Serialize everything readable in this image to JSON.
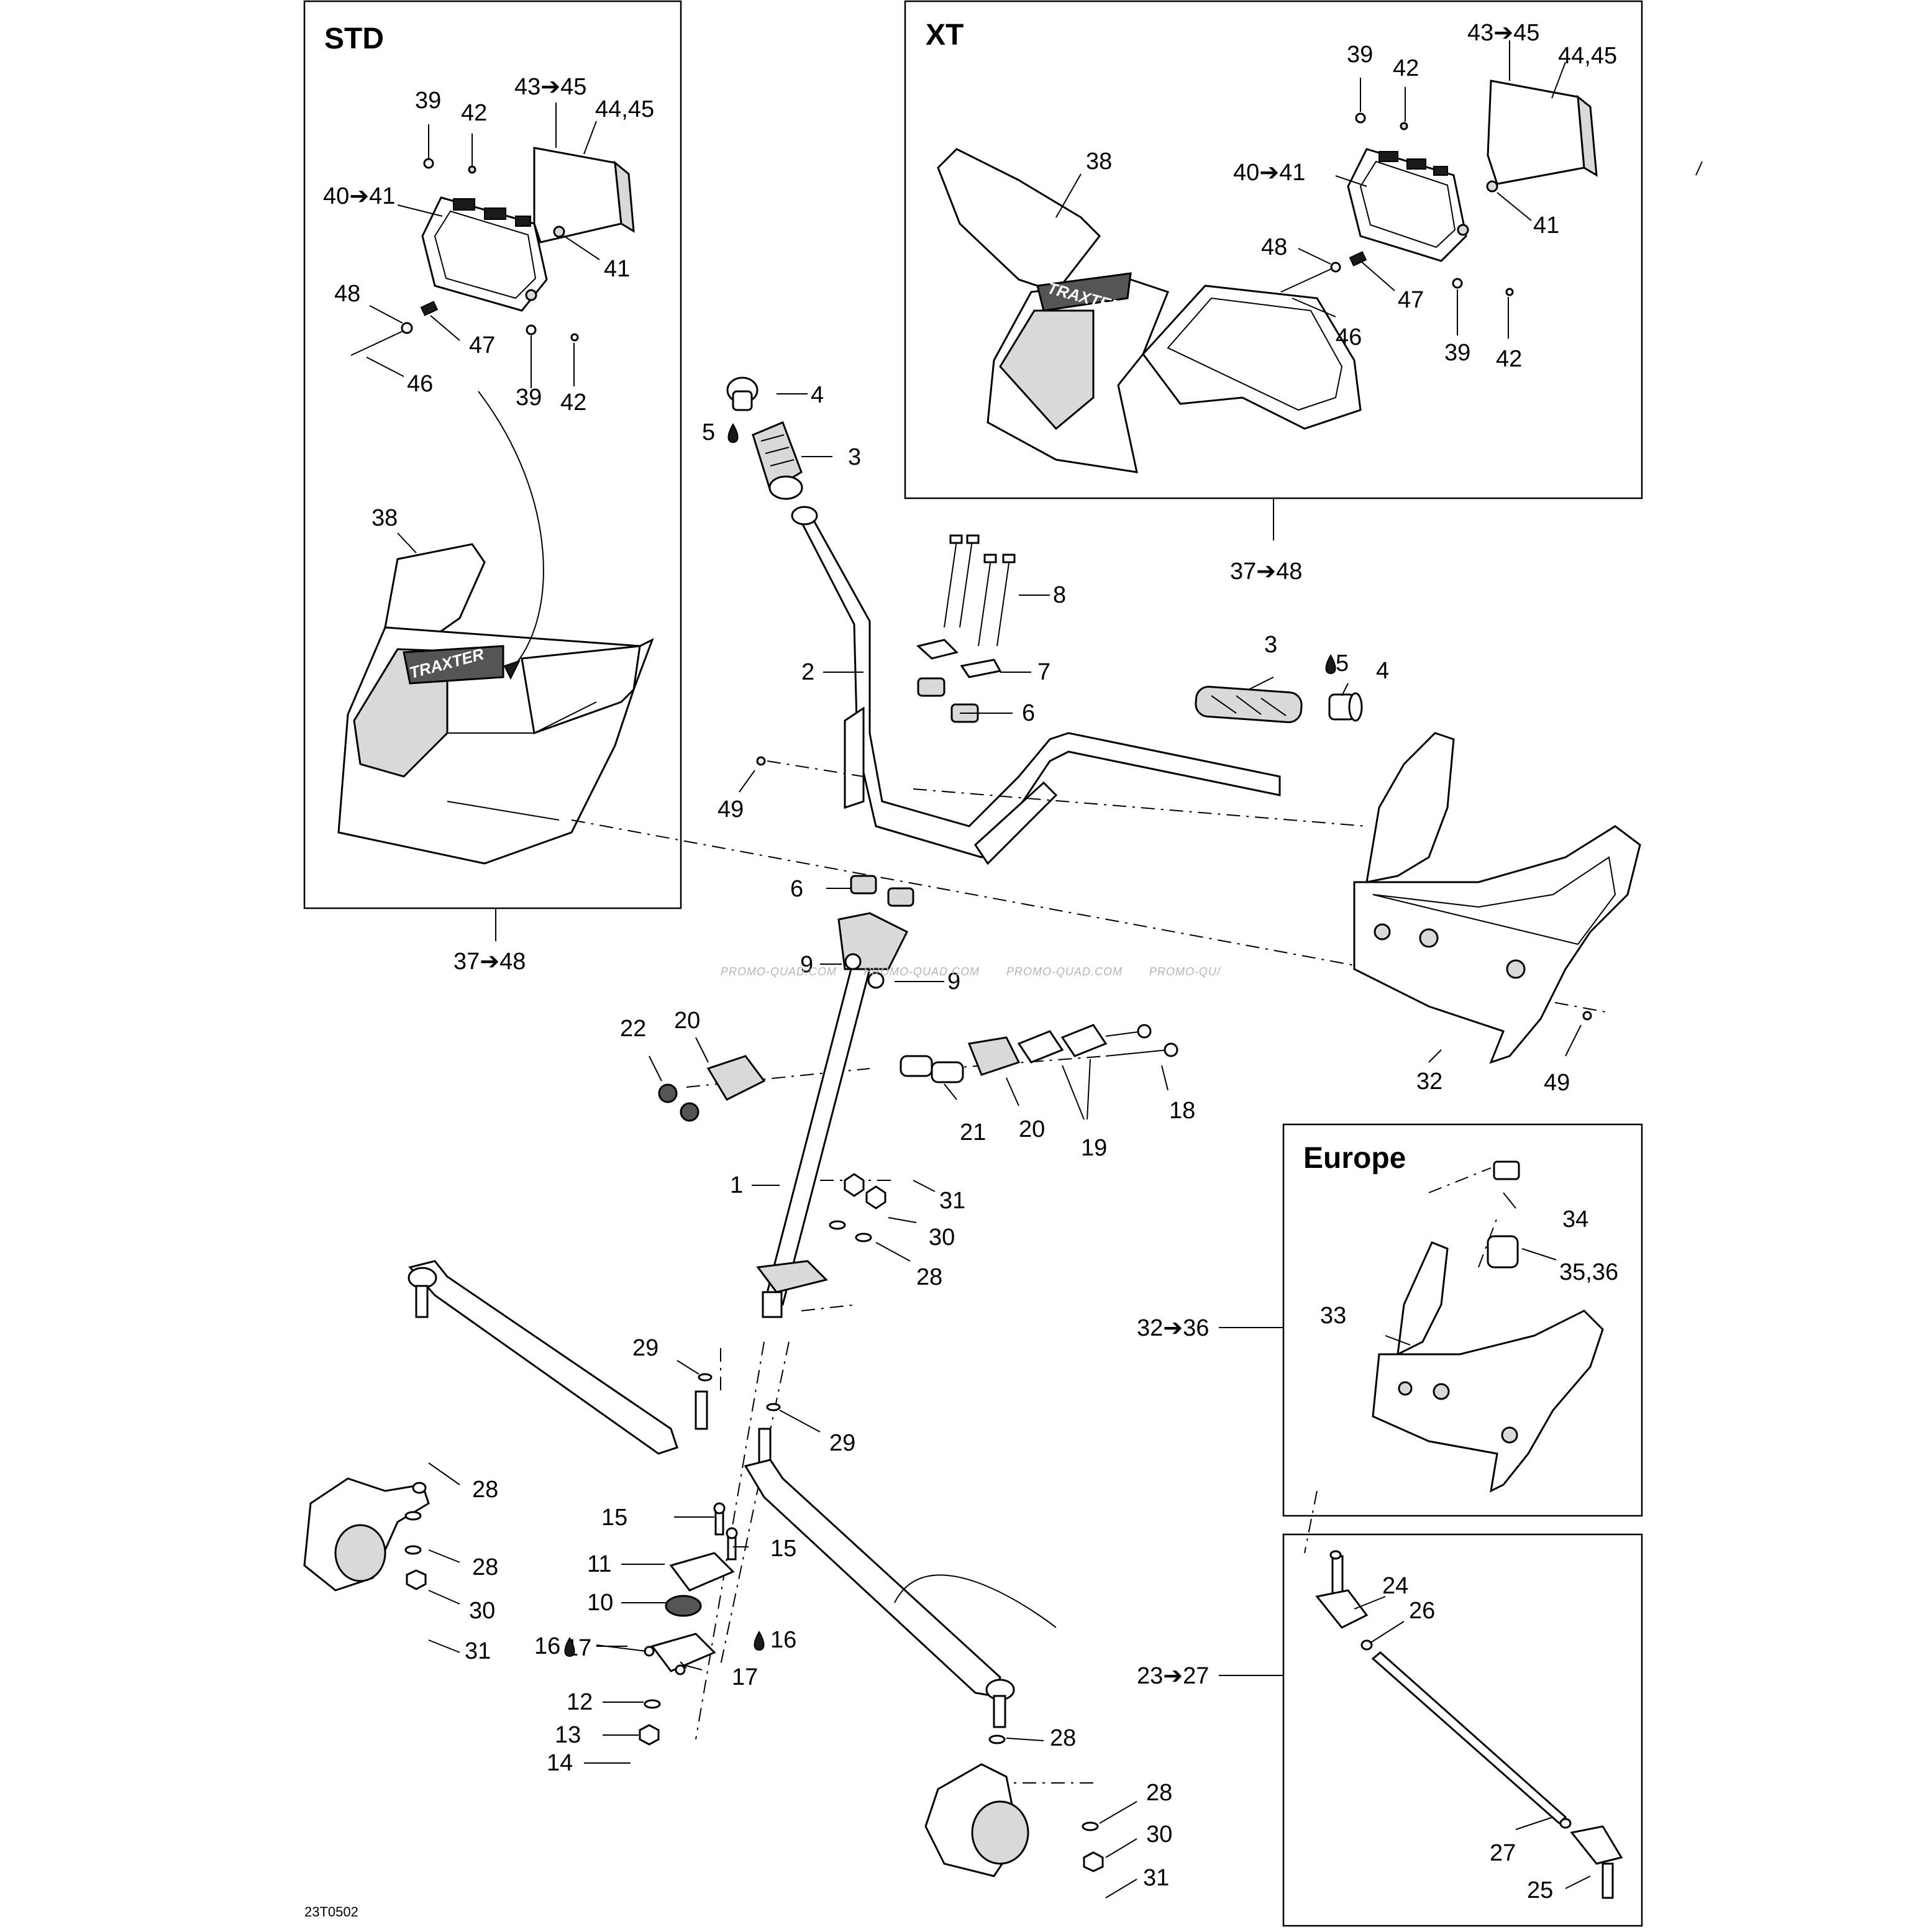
{
  "panels": {
    "std": {
      "title": "STD",
      "ref": "37➔48"
    },
    "xt": {
      "title": "XT",
      "ref": "37➔48"
    },
    "europe": {
      "title": "Europe",
      "ref": "32➔36"
    },
    "tierod": {
      "ref": "23➔27"
    }
  },
  "brand": "TRAXTER",
  "watermark": "PROMO-QUAD.COM",
  "watermark_cut": "PROMO-QU/",
  "drawing_code": "23T0502",
  "callouts": [
    "39",
    "42",
    "43➔45",
    "44,45",
    "40➔41",
    "41",
    "48",
    "47",
    "46",
    "39",
    "42",
    "38",
    "39",
    "42",
    "43➔45",
    "44,45",
    "38",
    "40➔41",
    "41",
    "48",
    "47",
    "46",
    "39",
    "42",
    "4",
    "5",
    "3",
    "8",
    "2",
    "7",
    "6",
    "3",
    "5",
    "4",
    "49",
    "6",
    "9",
    "9",
    "32",
    "49",
    "22",
    "20",
    "21",
    "20",
    "19",
    "18",
    "1",
    "31",
    "30",
    "28",
    "34",
    "35,36",
    "33",
    "29",
    "29",
    "28",
    "28",
    "30",
    "31",
    "15",
    "15",
    "11",
    "10",
    "16",
    "17",
    "16",
    "17",
    "12",
    "13",
    "14",
    "24",
    "26",
    "28",
    "28",
    "30",
    "31",
    "27",
    "25"
  ]
}
